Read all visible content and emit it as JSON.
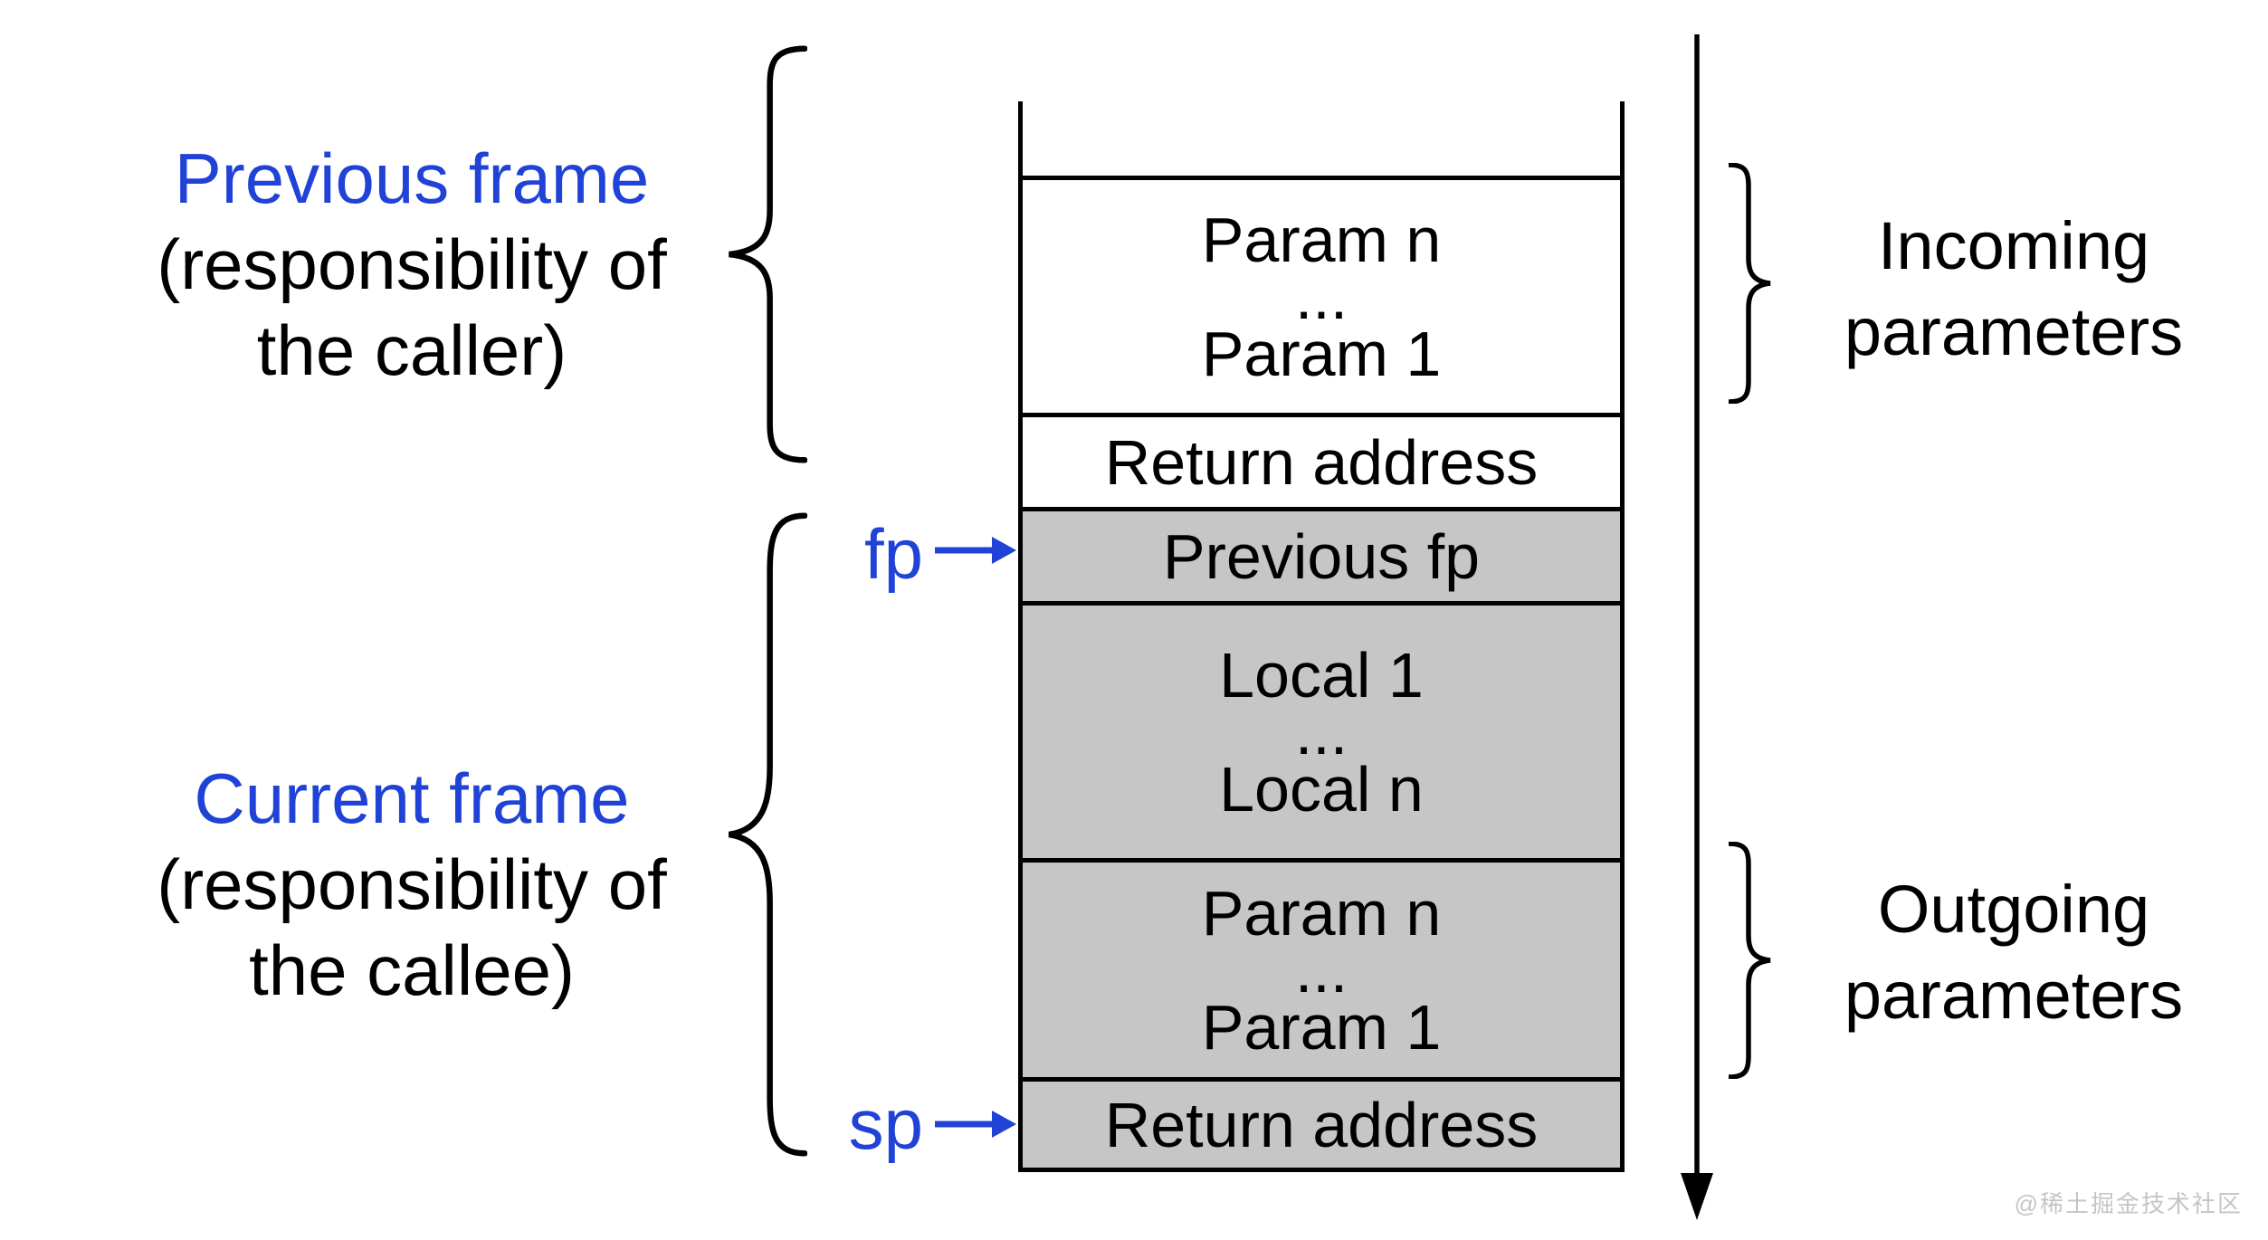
{
  "colors": {
    "accent_blue": "#2042d6",
    "cell_gray": "#c6c6c6",
    "line_black": "#000000",
    "watermark_gray": "#c5c5c5"
  },
  "left_annotations": {
    "previous": {
      "title": "Previous frame",
      "subtitle_line1": "(responsibility of",
      "subtitle_line2": "the caller)"
    },
    "current": {
      "title": "Current frame",
      "subtitle_line1": "(responsibility of",
      "subtitle_line2": "the callee)"
    }
  },
  "pointers": {
    "frame_pointer": "fp",
    "stack_pointer": "sp"
  },
  "stack": {
    "cells": [
      {
        "name": "incoming-params",
        "fill": "white",
        "lines": [
          "Param n",
          "...",
          "Param 1"
        ]
      },
      {
        "name": "return-address-caller",
        "fill": "white",
        "lines": [
          "Return address"
        ]
      },
      {
        "name": "previous-fp",
        "fill": "gray",
        "lines": [
          "Previous fp"
        ]
      },
      {
        "name": "locals",
        "fill": "gray",
        "lines": [
          "Local 1",
          "...",
          "Local n"
        ]
      },
      {
        "name": "outgoing-params",
        "fill": "gray",
        "lines": [
          "Param n",
          "...",
          "Param 1"
        ]
      },
      {
        "name": "return-address-callee",
        "fill": "gray",
        "lines": [
          "Return address"
        ]
      }
    ]
  },
  "right_annotations": {
    "incoming": {
      "line1": "Incoming",
      "line2": "parameters"
    },
    "outgoing": {
      "line1": "Outgoing",
      "line2": "parameters"
    }
  },
  "watermark": "@稀土掘金技术社区"
}
